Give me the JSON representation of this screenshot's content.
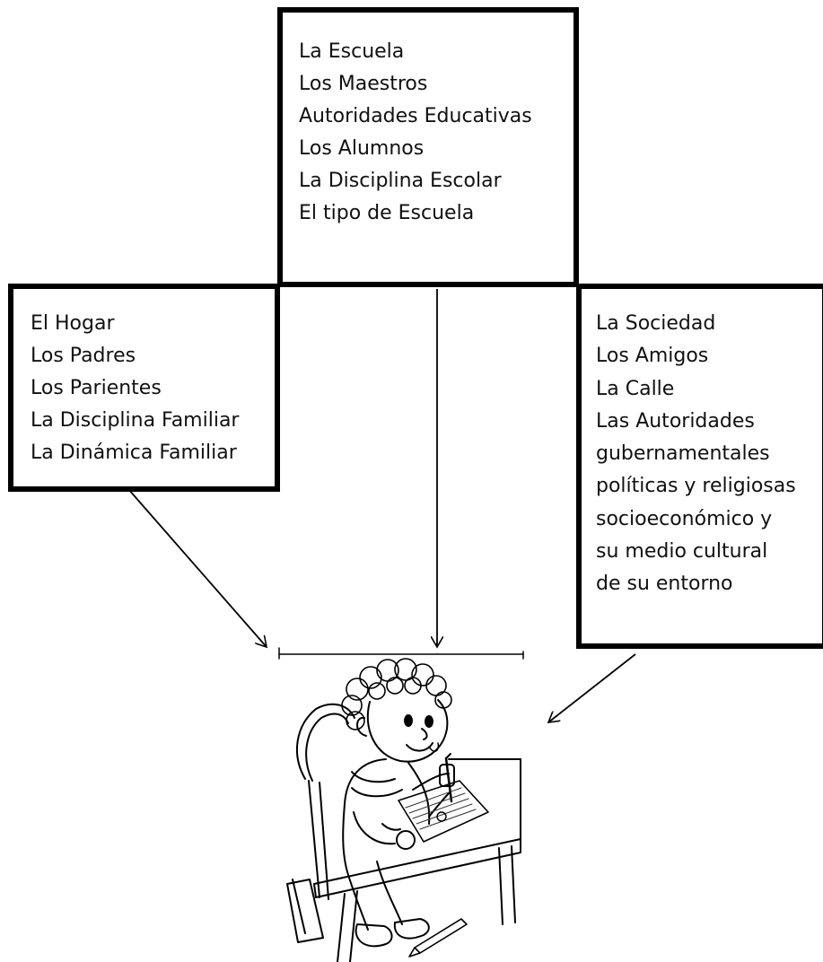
{
  "boxes": {
    "school": {
      "items": [
        "La Escuela",
        "Los Maestros",
        "Autoridades Educativas",
        "Los Alumnos",
        "La Disciplina Escolar",
        "El tipo de Escuela"
      ]
    },
    "home": {
      "items": [
        "El Hogar",
        "Los Padres",
        "Los Parientes",
        "La Disciplina Familiar",
        "La Dinámica Familiar"
      ]
    },
    "society": {
      "items": [
        "La Sociedad",
        "Los Amigos",
        "La Calle",
        "Las Autoridades",
        "gubernamentales",
        "políticas y religiosas",
        "socioeconómico y",
        "su medio cultural",
        "de su entorno"
      ]
    }
  },
  "illustration": {
    "subject": "child writing at a school desk"
  }
}
